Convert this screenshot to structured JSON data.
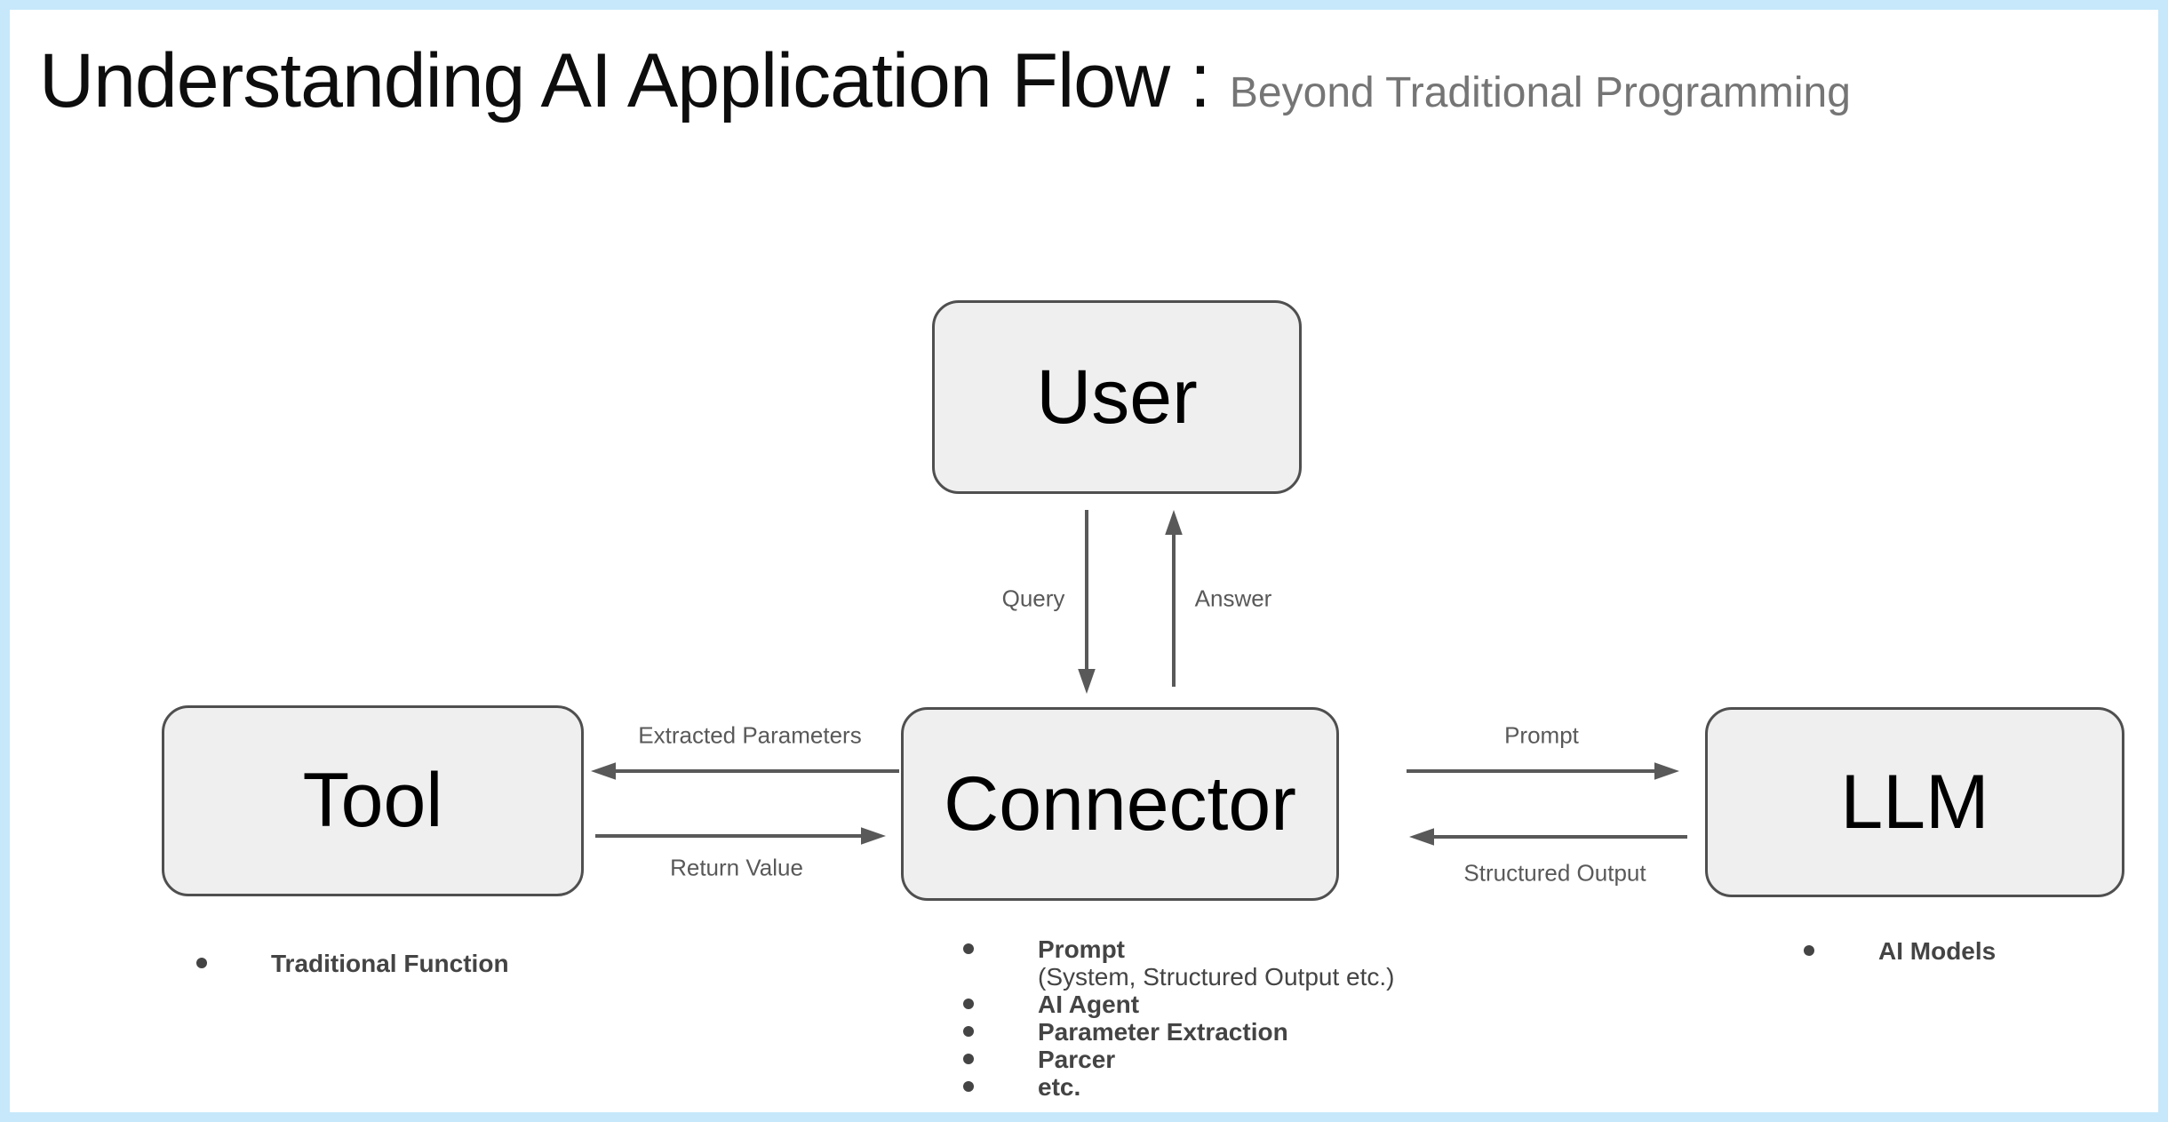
{
  "slide": {
    "title": "Understanding AI Application Flow :",
    "subtitle": "Beyond Traditional Programming"
  },
  "nodes": {
    "user": "User",
    "tool": "Tool",
    "connector": "Connector",
    "llm": "LLM"
  },
  "edges": {
    "query": "Query",
    "answer": "Answer",
    "extracted_parameters": "Extracted Parameters",
    "return_value": "Return Value",
    "prompt": "Prompt",
    "structured_output": "Structured Output"
  },
  "notes": {
    "tool": [
      {
        "text": "Traditional Function"
      }
    ],
    "connector": [
      {
        "text": "Prompt",
        "sub": "(System, Structured Output etc.)"
      },
      {
        "text": "AI Agent"
      },
      {
        "text": "Parameter Extraction"
      },
      {
        "text": "Parcer"
      },
      {
        "text": "etc."
      }
    ],
    "llm": [
      {
        "text": "AI Models"
      }
    ]
  },
  "colors": {
    "page-border": "#c7e8fa",
    "node-fill": "#efefef",
    "node-border": "#4f4f4f",
    "node-text": "#000000",
    "arrow": "#595959",
    "edge-label": "#595959",
    "note-text": "#444444",
    "subtitle": "#757575",
    "title": "#0d0d0d"
  }
}
